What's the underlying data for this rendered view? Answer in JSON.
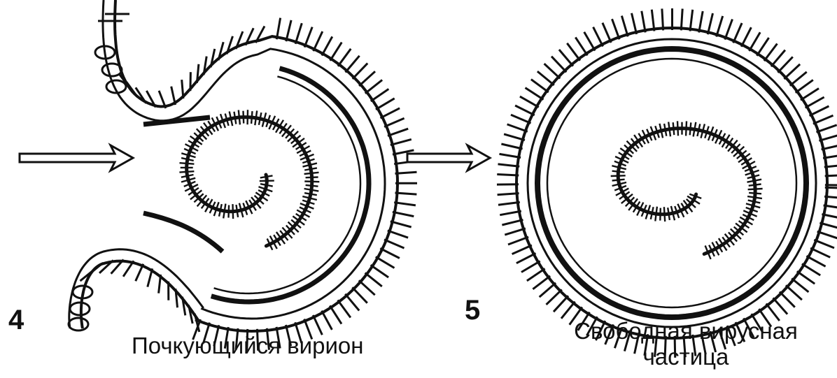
{
  "stages": [
    {
      "number": "4",
      "caption": "Почкующийся вирион"
    },
    {
      "number": "5",
      "caption_line1": "Свободная вирусная",
      "caption_line2": "частица"
    }
  ],
  "colors": {
    "ink": "#111111",
    "background": "#ffffff"
  }
}
